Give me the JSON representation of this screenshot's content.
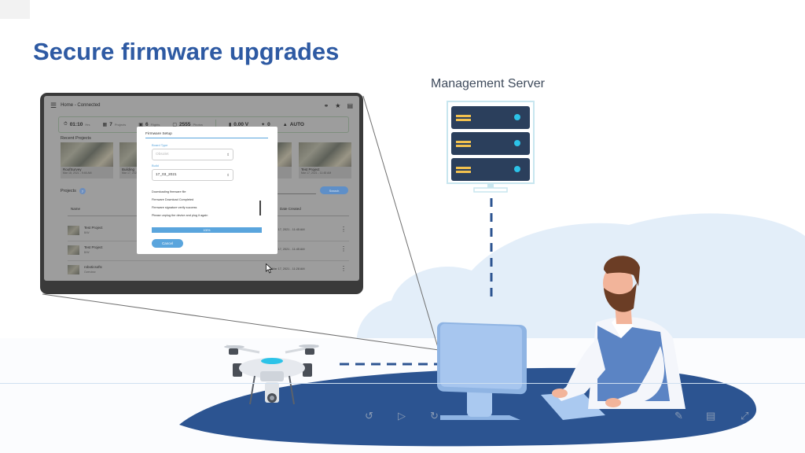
{
  "slide": {
    "title": "Secure firmware upgrades",
    "server_label": "Management Server"
  },
  "colors": {
    "title": "#2e5aa3",
    "server_dark": "#2b3f5c",
    "server_accent": "#f2c14e",
    "server_led": "#2cc3e8",
    "rug": "#2c5491",
    "background_blob": "#e3eef9",
    "dialog_accent": "#5aa5dd"
  },
  "app": {
    "title": "Home - Connected",
    "stats": [
      {
        "value": "01:10",
        "unit": "Hrs"
      },
      {
        "value": "7",
        "unit": "Projects"
      },
      {
        "value": "6",
        "unit": "Flights"
      },
      {
        "value": "2555",
        "unit": "Photos"
      },
      {
        "value": "0.00 V",
        "unit": ""
      },
      {
        "value": "0",
        "unit": ""
      },
      {
        "value": "AUTO",
        "unit": ""
      }
    ],
    "recent_label": "Recent Projects",
    "recent_projects": [
      {
        "name": "RoofSurvey",
        "date": "Mar 18, 2021 - 9:46 AM"
      },
      {
        "name": "Building",
        "date": "Mar 17, 2021"
      },
      {
        "name": "",
        "date": ""
      },
      {
        "name": "",
        "date": ""
      },
      {
        "name": "Test Project",
        "date": "Mar 17, 2021 - 11:45 AM"
      }
    ],
    "projects_label": "Projects",
    "projects_count": "7",
    "search_button": "Search",
    "columns": {
      "name": "Name",
      "created": "Date Created"
    },
    "rows": [
      {
        "name": "Test Project",
        "sub": "B/W",
        "date": "Mar 17, 2021 - 11:45 AM"
      },
      {
        "name": "Test Project",
        "sub": "B/W",
        "date": "Mar 17, 2021 - 11:45 AM"
      },
      {
        "name": "roboticsoftc",
        "sub": "Overview",
        "date": "Mar 17, 2021 - 11:28 AM"
      }
    ]
  },
  "dialog": {
    "title": "Firmware Setup",
    "board_label": "Board Type",
    "board_value": "Obsolet",
    "build_label": "Build",
    "build_value": "17_03_2021",
    "log": [
      "Downloading firmware file",
      "Firmware Download Completed",
      "Firmware signature verify success",
      "Please unplug the device and plug it again"
    ],
    "progress": 1.0,
    "progress_text": "100%",
    "cancel": "Cancel"
  }
}
